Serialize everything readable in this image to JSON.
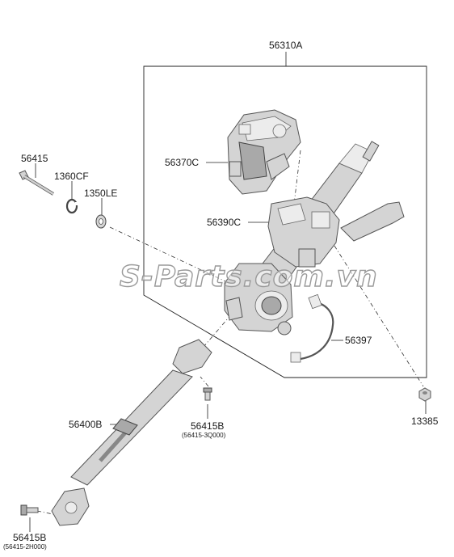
{
  "labels": {
    "p56310A": "56310A",
    "p56370C": "56370C",
    "p56415": "56415",
    "p1360CF": "1360CF",
    "p1350LE": "1350LE",
    "p56390C": "56390C",
    "p56397": "56397",
    "p13385": "13385",
    "p56400B": "56400B",
    "p56415B_mid": "56415B",
    "p56415B_mid_sub": "(56415-3Q000)",
    "p56415B_bot": "56415B",
    "p56415B_bot_sub": "(56415-2H000)"
  },
  "watermark": "S-Parts.com.vn"
}
